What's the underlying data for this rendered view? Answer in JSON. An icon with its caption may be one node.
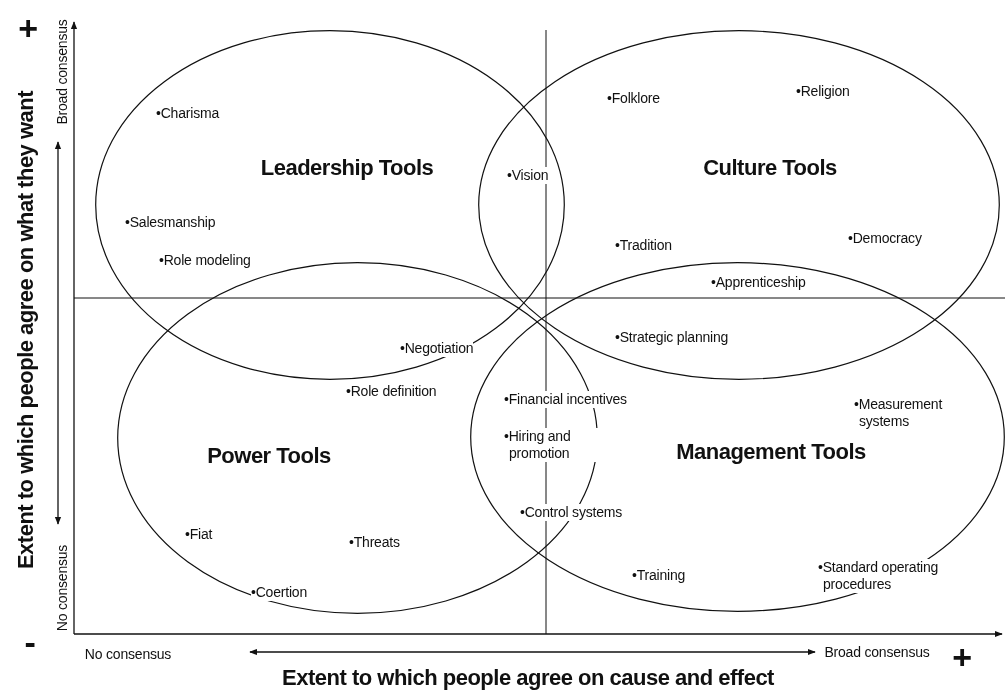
{
  "diagram": {
    "nodes": [
      {
        "text": [
          "Leadership Tools"
        ]
      },
      {
        "text": [
          "Culture Tools"
        ]
      },
      {
        "text": [
          "Power Tools"
        ]
      },
      {
        "text": [
          "Management Tools"
        ]
      }
    ],
    "edges": [],
    "labels": [
      "+",
      "Broad consensus",
      "•Charisma",
      "•Folklore",
      "•Religion",
      "•Vision",
      "•Salesmanship",
      "•Democracy",
      "•Tradition",
      "•Role modeling",
      "•Apprenticeship",
      "•Strategic planning",
      "•Negotiation",
      "•Role definition",
      "•Financial incentives",
      "•Measurement systems",
      "•Hiring and promotion",
      "Extent to which people agree on what they want",
      "•Control systems",
      "•Fiat",
      "•Threats",
      "No consensus",
      "•Training",
      "•Standard operating procedures",
      "•Coertion",
      "-",
      "No consensus",
      "Broad consensus",
      "+",
      "Extent to which people agree on cause and effect"
    ]
  }
}
